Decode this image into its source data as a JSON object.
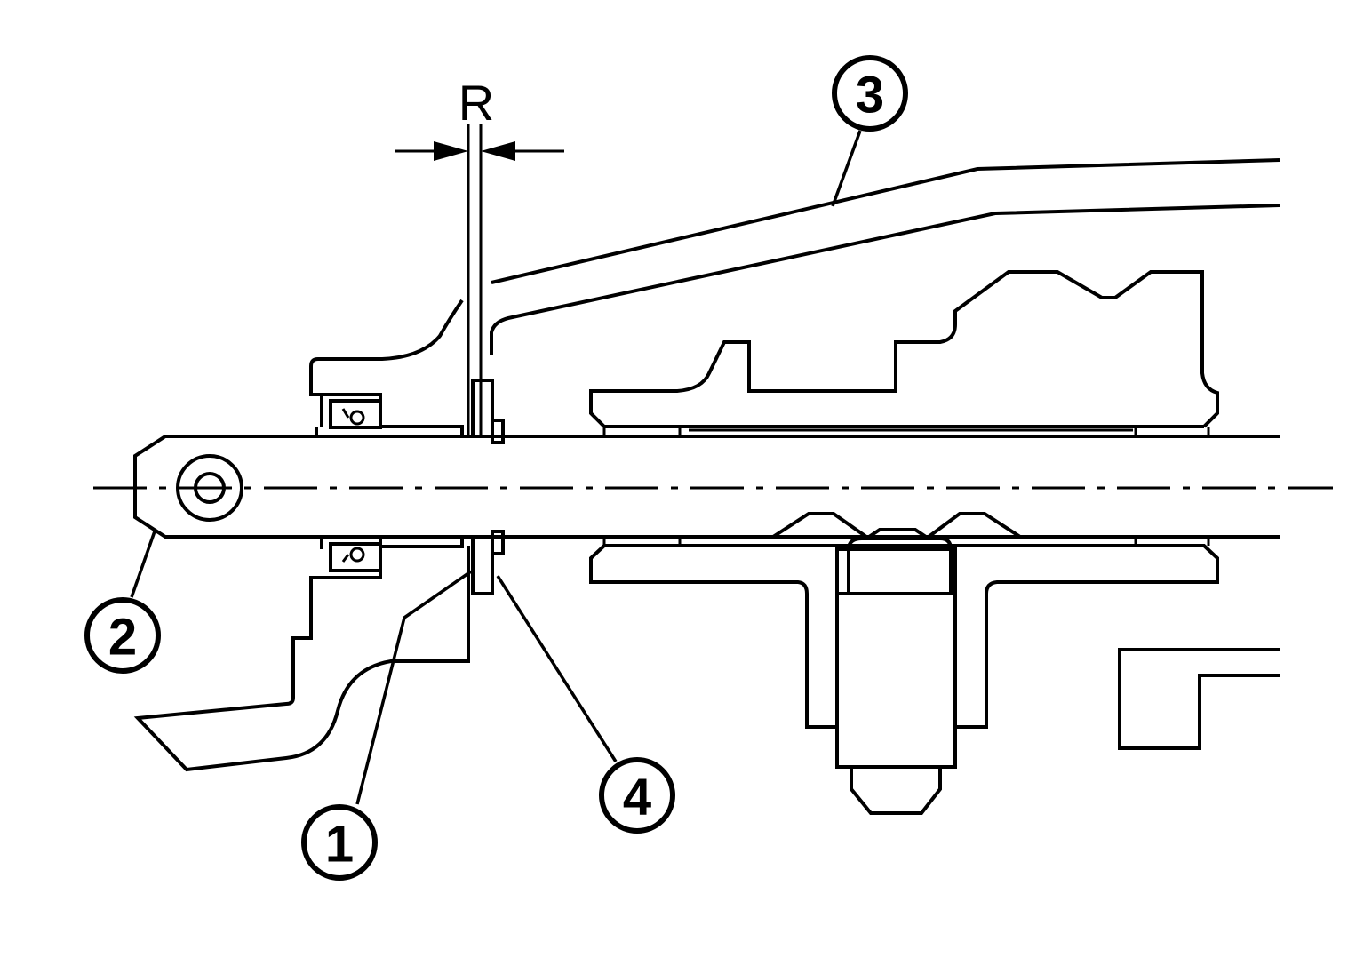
{
  "dimension": {
    "label": "R"
  },
  "callouts": [
    {
      "id": "1",
      "label": "1"
    },
    {
      "id": "2",
      "label": "2"
    },
    {
      "id": "3",
      "label": "3"
    },
    {
      "id": "4",
      "label": "4"
    }
  ]
}
